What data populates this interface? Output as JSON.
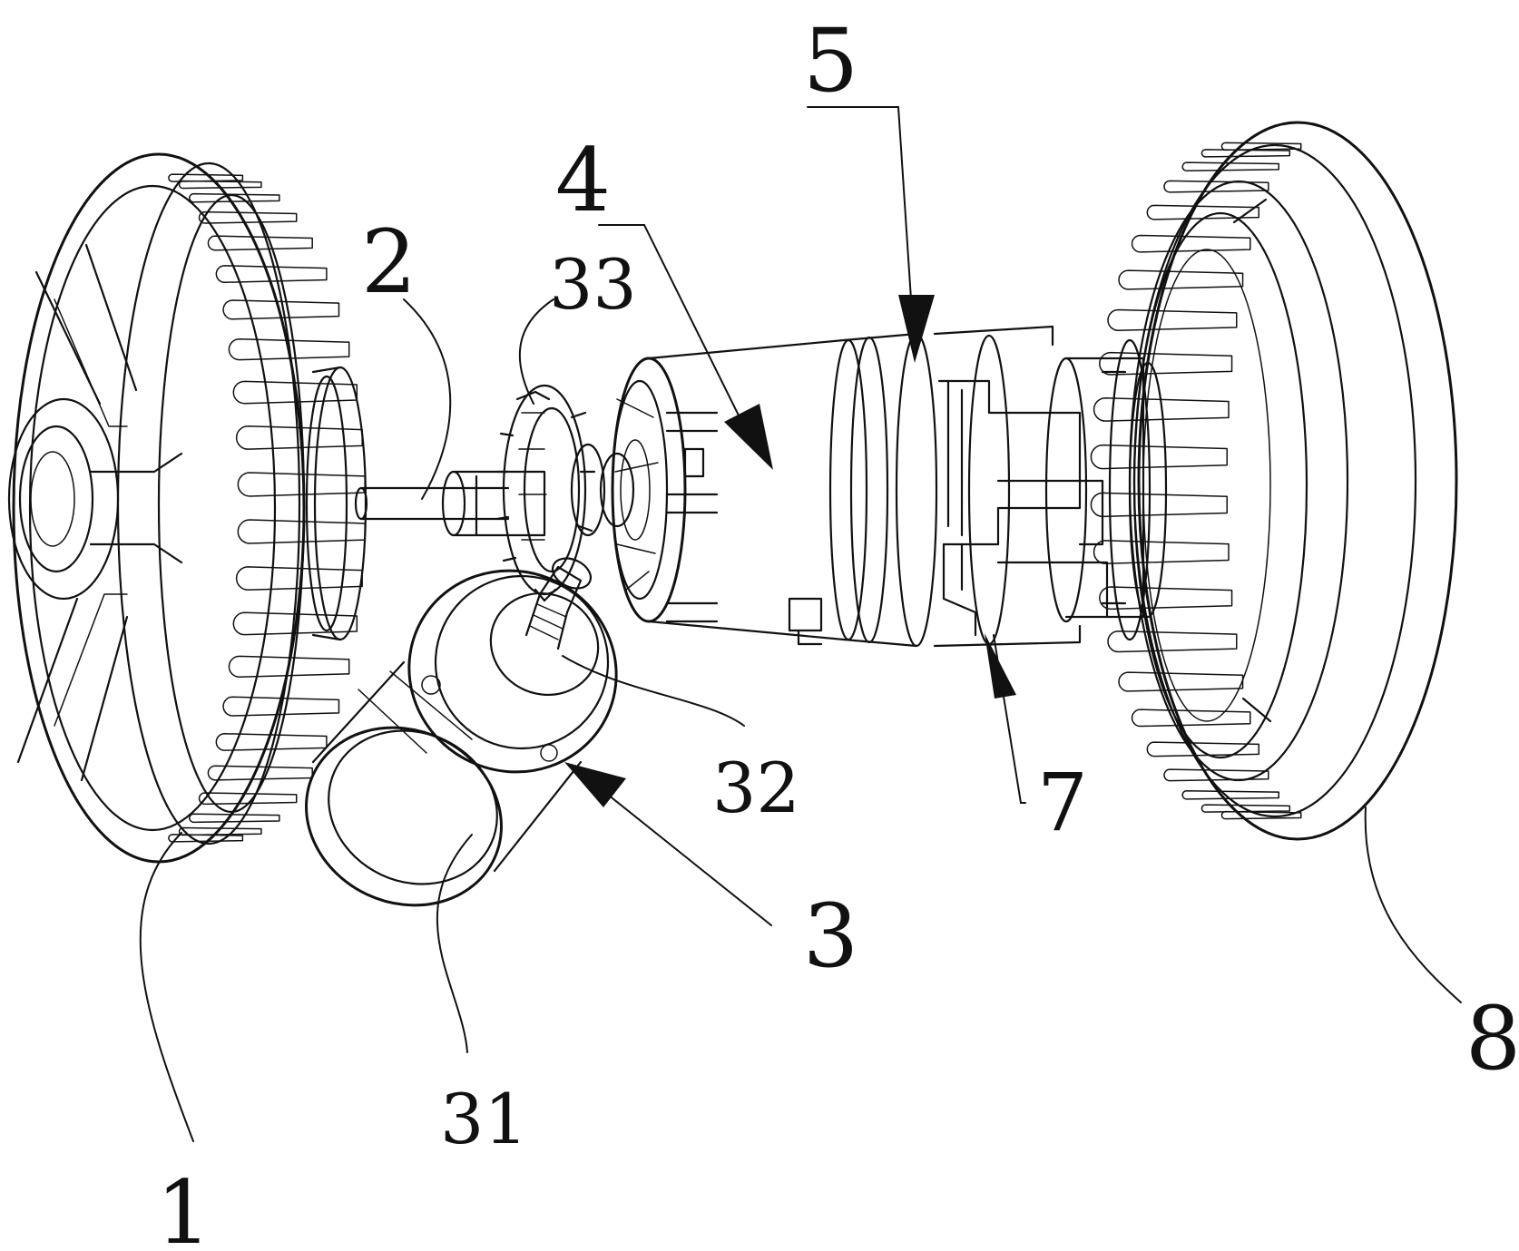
{
  "labels": {
    "wheel_left": "1",
    "shaft": "2",
    "pump_motor": "3",
    "pump_body": "31",
    "pump_output": "32",
    "gear": "33",
    "main_motor": "4",
    "ring": "5",
    "clutch": "7",
    "wheel_right": "8"
  }
}
